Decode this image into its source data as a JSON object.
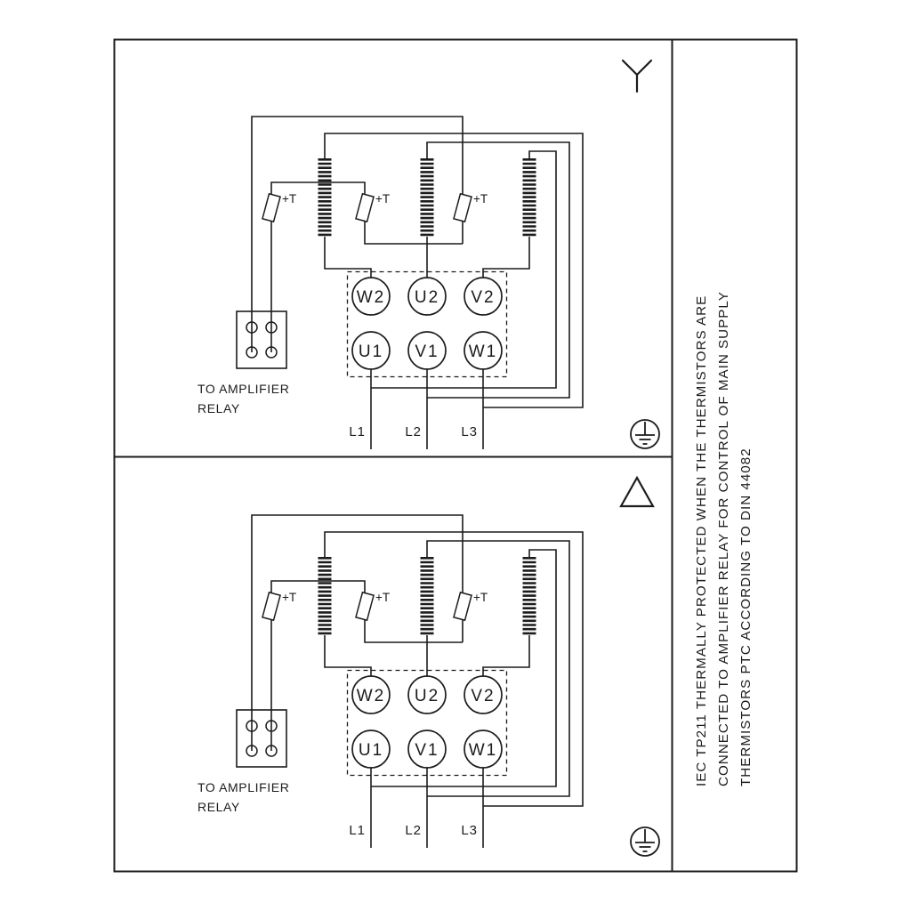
{
  "colors": {
    "ink": "#1c1c1c",
    "background": "#ffffff"
  },
  "side_note": {
    "lines": [
      "IEC TP211 THERMALLY PROTECTED WHEN THE THERMISTORS ARE",
      "CONNECTED TO AMPLIFIER RELAY FOR CONTROL OF MAIN SUPPLY",
      "THERMISTORS PTC ACCORDING TO DIN 44082"
    ]
  },
  "panel": {
    "terminals_top": [
      "W2",
      "U2",
      "V2"
    ],
    "terminals_bottom": [
      "U1",
      "V1",
      "W1"
    ],
    "thermistor_label": "+T",
    "relay_caption": [
      "TO AMPLIFIER",
      "RELAY"
    ],
    "supply_lines": [
      "L1",
      "L2",
      "L3"
    ]
  },
  "icons": {
    "top_panel_connection": "star-connection-icon",
    "bottom_panel_connection": "delta-connection-icon",
    "earth": "earth-ground-icon"
  }
}
